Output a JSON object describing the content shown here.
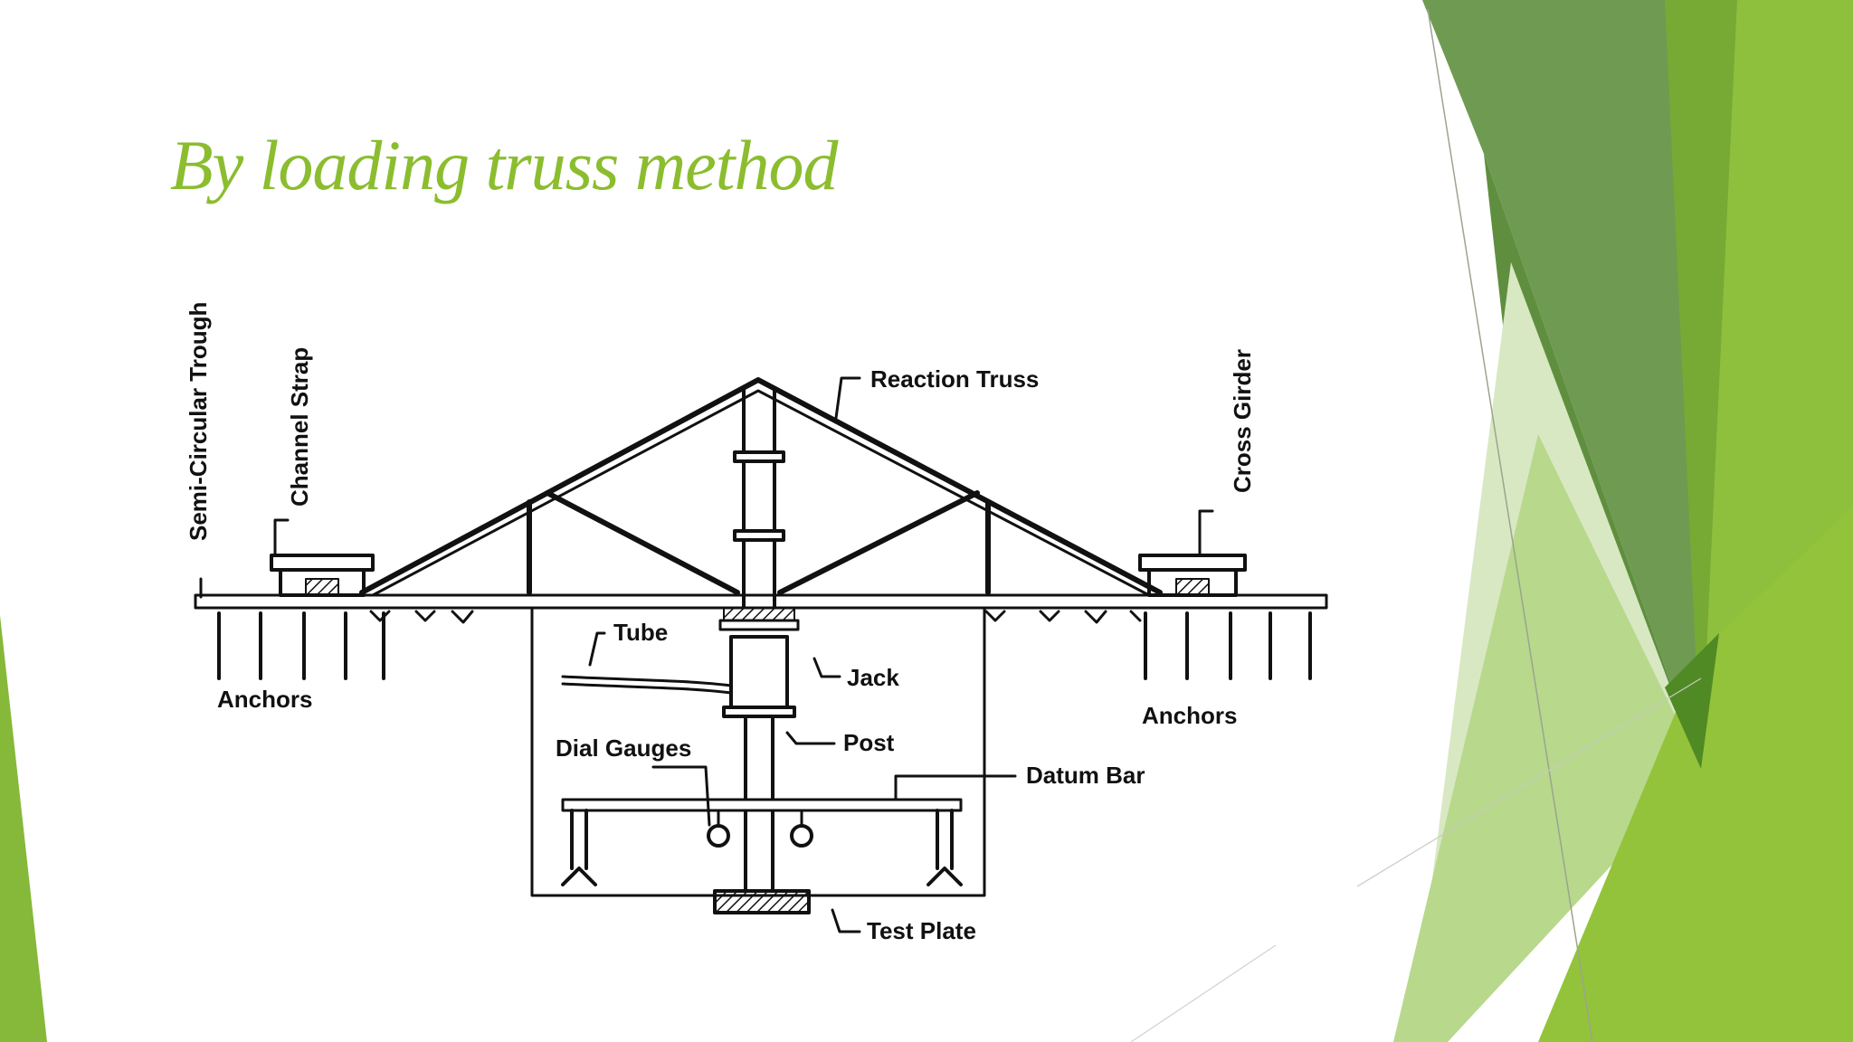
{
  "slide": {
    "title": "By loading truss method",
    "accent_color": "#8bbd2f"
  },
  "diagram": {
    "labels": {
      "semi_circular_trough": "Semi-Circular Trough",
      "channel_strap": "Channel Strap",
      "reaction_truss": "Reaction Truss",
      "cross_girder": "Cross Girder",
      "tube": "Tube",
      "jack": "Jack",
      "post": "Post",
      "anchors_left": "Anchors",
      "anchors_right": "Anchors",
      "dial_gauges": "Dial Gauges",
      "datum_bar": "Datum Bar",
      "test_plate": "Test Plate"
    }
  }
}
